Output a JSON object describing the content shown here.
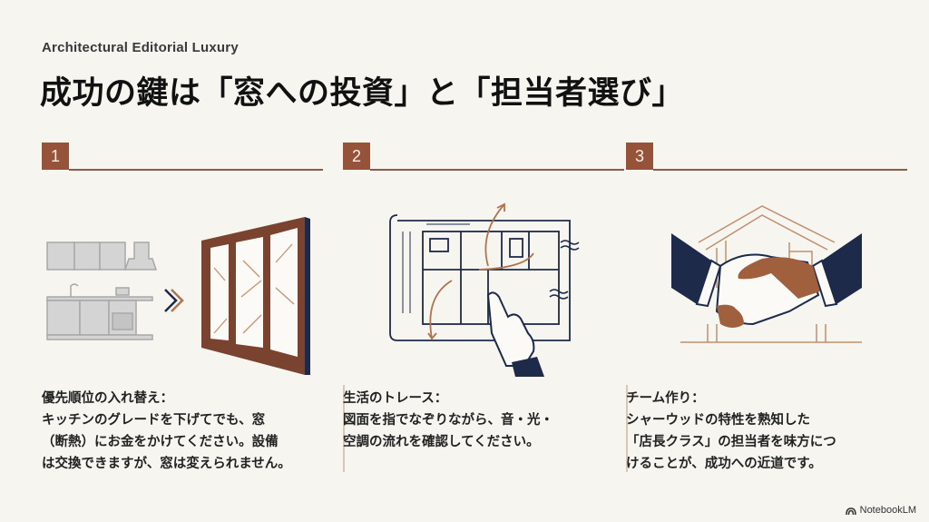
{
  "header": {
    "eyebrow": "Architectural Editorial Luxury",
    "title": "成功の鍵は「窓への投資」と「担当者選び」"
  },
  "columns": [
    {
      "number": "1",
      "illustration": "kitchen-to-window-illustration",
      "heading": "優先順位の入れ替え：",
      "lines": [
        "キッチンのグレードを下げてでも、窓",
        "（断熱）にお金をかけてください。設備",
        "は交換できますが、窓は変えられません。"
      ]
    },
    {
      "number": "2",
      "illustration": "floorplan-trace-illustration",
      "heading": "生活のトレース：",
      "lines": [
        "図面を指でなぞりながら、音・光・",
        "空調の流れを確認してください。"
      ]
    },
    {
      "number": "3",
      "illustration": "handshake-illustration",
      "heading": "チーム作り：",
      "lines": [
        "シャーウッドの特性を熟知した",
        "「店長クラス」の担当者を味方につ",
        "けることが、成功への近道です。"
      ]
    }
  ],
  "footer": {
    "brand": "NotebookLM"
  },
  "colors": {
    "background": "#f7f5f0",
    "accent": "#96533a",
    "navy": "#1d2a4a",
    "wood": "#7a4330",
    "copper": "#b0734e"
  }
}
